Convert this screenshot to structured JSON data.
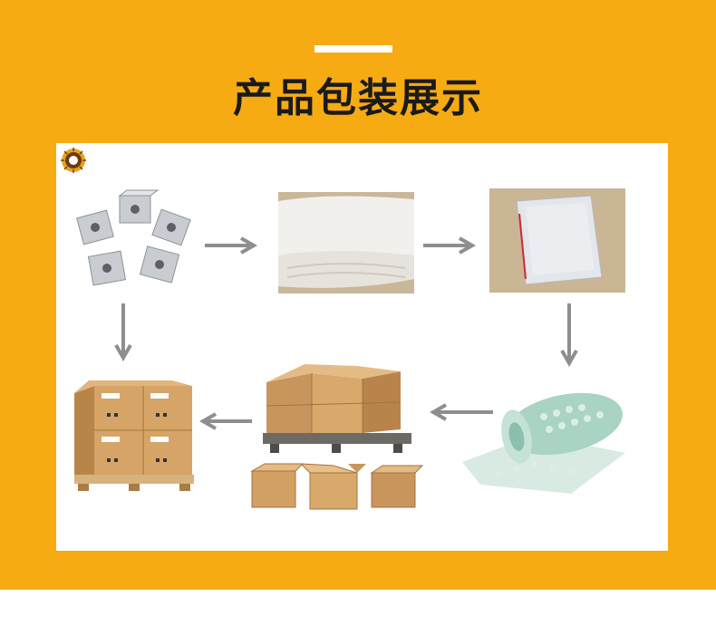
{
  "page": {
    "title": "产品包装展示",
    "accent_color": "#f6ab13"
  },
  "steps": [
    {
      "id": "blocks",
      "icon": "aluminum-block-icon"
    },
    {
      "id": "paper",
      "icon": "wrapping-paper-icon"
    },
    {
      "id": "bag",
      "icon": "plastic-bag-icon"
    },
    {
      "id": "bubble",
      "icon": "bubble-wrap-icon"
    },
    {
      "id": "cartons",
      "icon": "carton-box-icon"
    },
    {
      "id": "pallet",
      "icon": "pallet-icon"
    }
  ]
}
